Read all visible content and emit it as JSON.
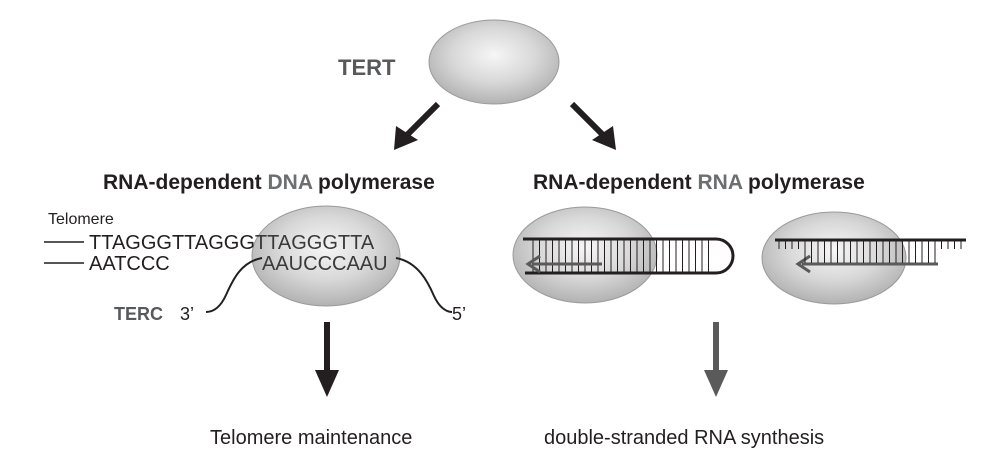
{
  "enzyme": {
    "label": "TERT"
  },
  "left_branch": {
    "heading_part1": "RNA-dependent ",
    "heading_part2": "DNA",
    "heading_part3": " polymerase",
    "telomere_label": "Telomere",
    "top_strand_outside": "TTAGGGTTAGGG",
    "top_strand_inside": "TTAGGGTTA",
    "bottom_strand_outside": "AATCCC",
    "bottom_strand_inside": "AAUCCCAAU",
    "terc_label": "TERC",
    "end_3prime": "3’",
    "end_5prime": "5’",
    "outcome": "Telomere maintenance"
  },
  "right_branch": {
    "heading_part1": "RNA-dependent ",
    "heading_part2": "RNA",
    "heading_part3": " polymerase",
    "outcome": "double-stranded RNA synthesis"
  },
  "colors": {
    "ink": "#231f20",
    "highlight": "#6d6e70",
    "blob_center": "#f4f4f4",
    "blob_edge": "#b4b4b4",
    "arrow_right": "#5a5a5a"
  }
}
